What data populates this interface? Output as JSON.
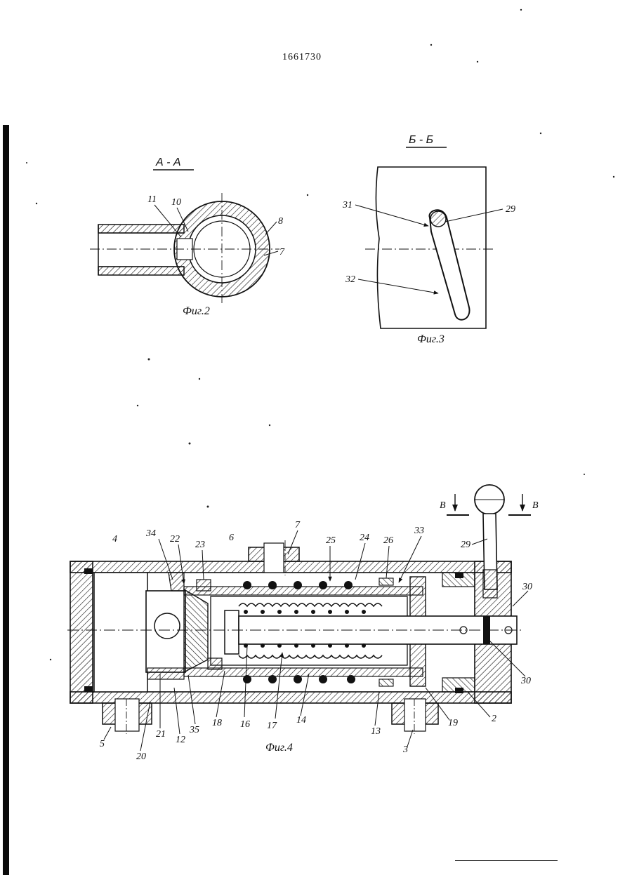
{
  "patent_number": "1661730",
  "figures": {
    "fig2": {
      "section_title": "А - А",
      "caption": "Фиг.2",
      "labels": [
        "11",
        "10",
        "8",
        "7"
      ]
    },
    "fig3": {
      "section_title": "Б - Б",
      "caption": "Фиг.3",
      "labels": [
        "31",
        "29",
        "32"
      ]
    },
    "fig4": {
      "caption": "Фиг.4",
      "section_marker": "В",
      "labels": {
        "l4": "4",
        "l34": "34",
        "l22": "22",
        "l23": "23",
        "l6": "6",
        "l7": "7",
        "l25": "25",
        "l24": "24",
        "l26": "26",
        "l33": "33",
        "l29": "29",
        "l30a": "30",
        "l30b": "30",
        "l2": "2",
        "l19": "19",
        "l3": "3",
        "l13": "13",
        "l14": "14",
        "l17": "17",
        "l16": "16",
        "l18": "18",
        "l35": "35",
        "l12": "12",
        "l21": "21",
        "l20": "20",
        "l5": "5"
      }
    }
  }
}
